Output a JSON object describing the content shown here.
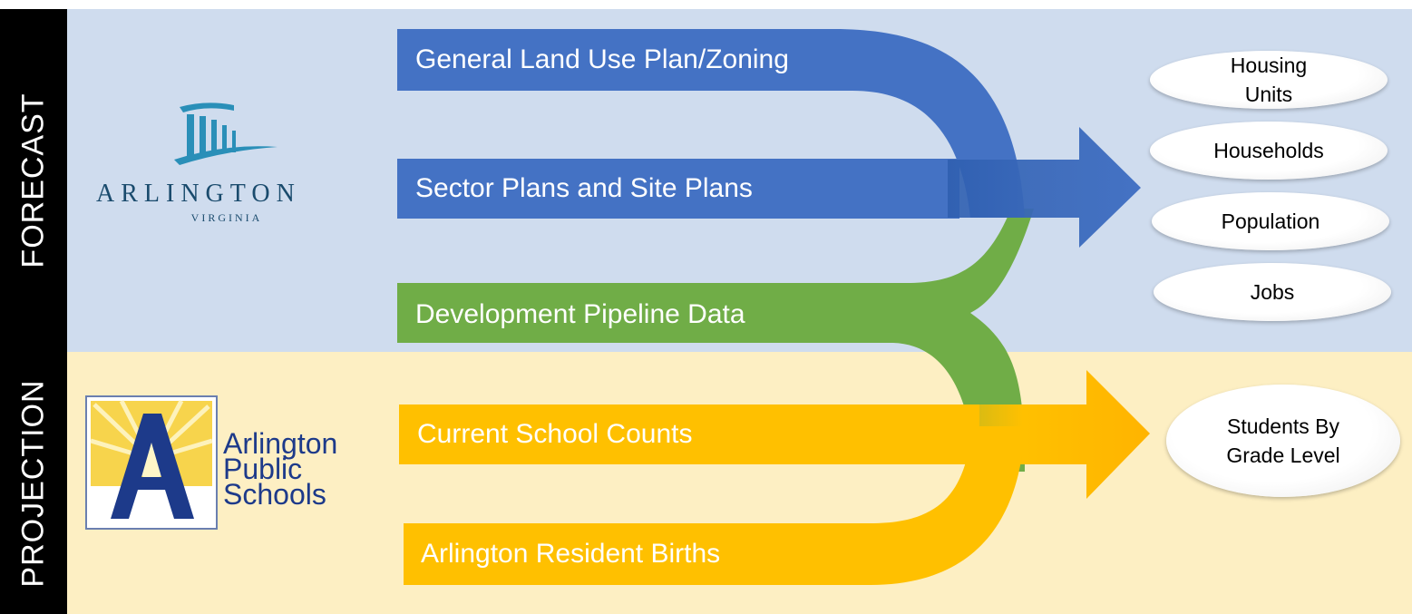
{
  "sections": {
    "forecast": {
      "label": "FORECAST",
      "band_color": "#cfdcee"
    },
    "projection": {
      "label": "PROJECTION",
      "band_color": "#fdefc3"
    }
  },
  "logos": {
    "county": {
      "name": "ARLINGTON",
      "subtitle": "VIRGINIA",
      "color": "#1a4b6d"
    },
    "schools": {
      "line1": "Arlington",
      "line2": "Public",
      "line3": "Schools",
      "color": "#1d3a8a"
    }
  },
  "inputs": [
    {
      "label": "General Land Use Plan/Zoning",
      "color": "#4472c4"
    },
    {
      "label": "Sector Plans and Site Plans",
      "color": "#4472c4"
    },
    {
      "label": "Development Pipeline Data",
      "color": "#70ad47"
    },
    {
      "label": "Current School Counts",
      "color": "#ffc000"
    },
    {
      "label": "Arlington Resident Births",
      "color": "#ffc000"
    }
  ],
  "forecast_outputs": [
    "Housing\nUnits",
    "Households",
    "Population",
    "Jobs"
  ],
  "projection_outputs": [
    "Students By\nGrade Level"
  ]
}
